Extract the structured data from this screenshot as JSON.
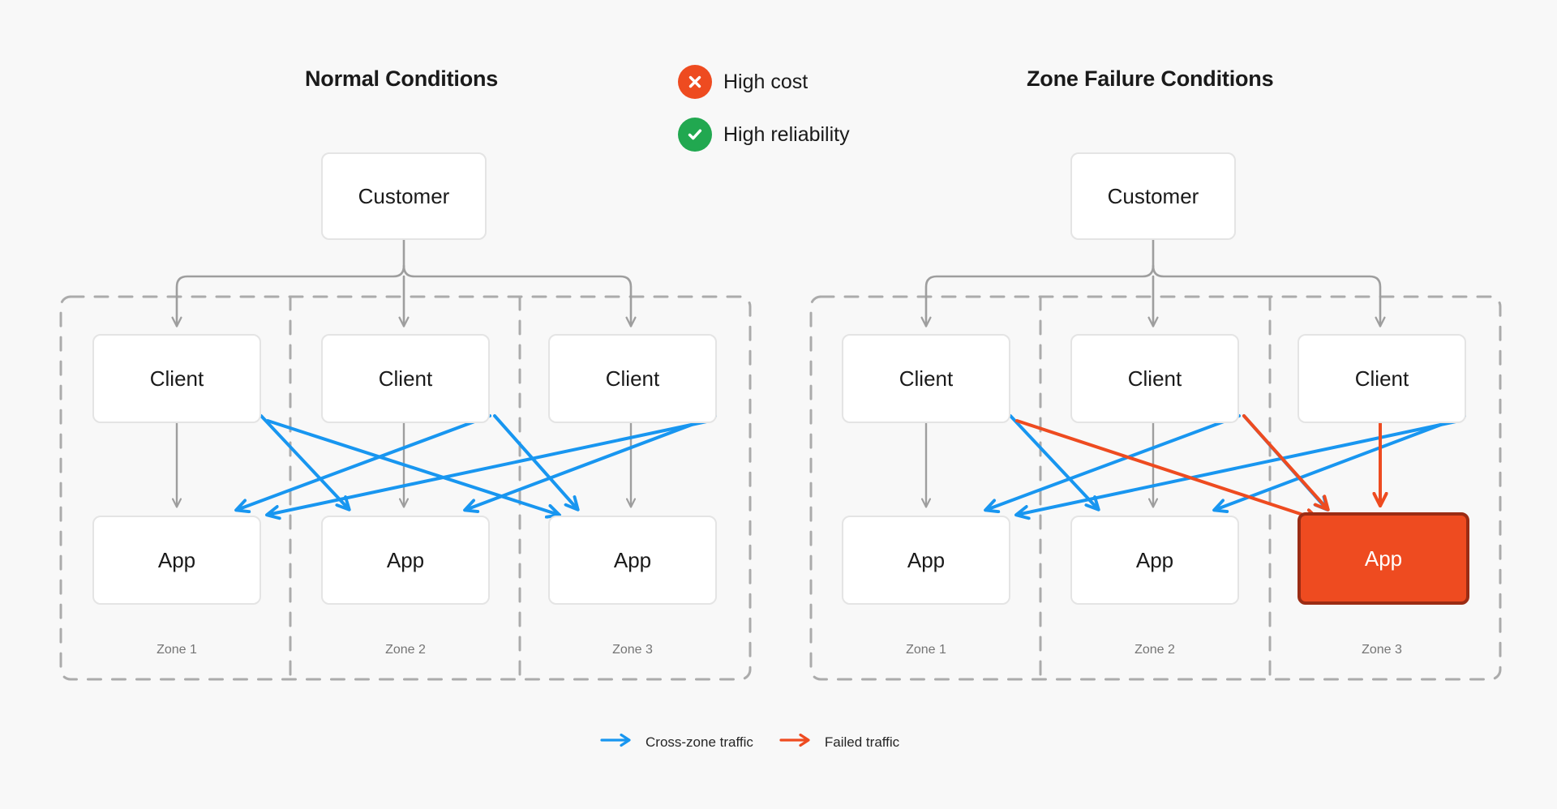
{
  "colors": {
    "background": "#F8F8F8",
    "node_border": "#E4E4E4",
    "node_fill": "#FFFFFF",
    "zone_dash": "#ABABAB",
    "connector_gray": "#9E9E9E",
    "cross_zone_blue": "#1896F0",
    "failed_red": "#EE4B20",
    "failed_border": "#9B2C14",
    "badge_bad": "#EE4B20",
    "badge_good": "#21A850",
    "title_text": "#1A1A1A",
    "zone_label_text": "#757575"
  },
  "panels": {
    "left": {
      "title": "Normal Conditions",
      "customer": "Customer",
      "clients": [
        "Client",
        "Client",
        "Client"
      ],
      "apps": [
        "App",
        "App",
        "App"
      ],
      "zones": [
        "Zone 1",
        "Zone 2",
        "Zone 3"
      ],
      "failed_zone_index": null
    },
    "right": {
      "title": "Zone Failure Conditions",
      "customer": "Customer",
      "clients": [
        "Client",
        "Client",
        "Client"
      ],
      "apps": [
        "App",
        "App",
        "App"
      ],
      "zones": [
        "Zone 1",
        "Zone 2",
        "Zone 3"
      ],
      "failed_zone_index": 2
    }
  },
  "status_legend": [
    {
      "icon": "x-circle-icon",
      "label": "High cost",
      "color": "#EE4B20"
    },
    {
      "icon": "check-circle-icon",
      "label": "High reliability",
      "color": "#21A850"
    }
  ],
  "traffic_legend": [
    {
      "icon": "arrow-right-icon",
      "label": "Cross-zone traffic",
      "color": "#1896F0"
    },
    {
      "icon": "arrow-right-icon",
      "label": "Failed traffic",
      "color": "#EE4B20"
    }
  ]
}
